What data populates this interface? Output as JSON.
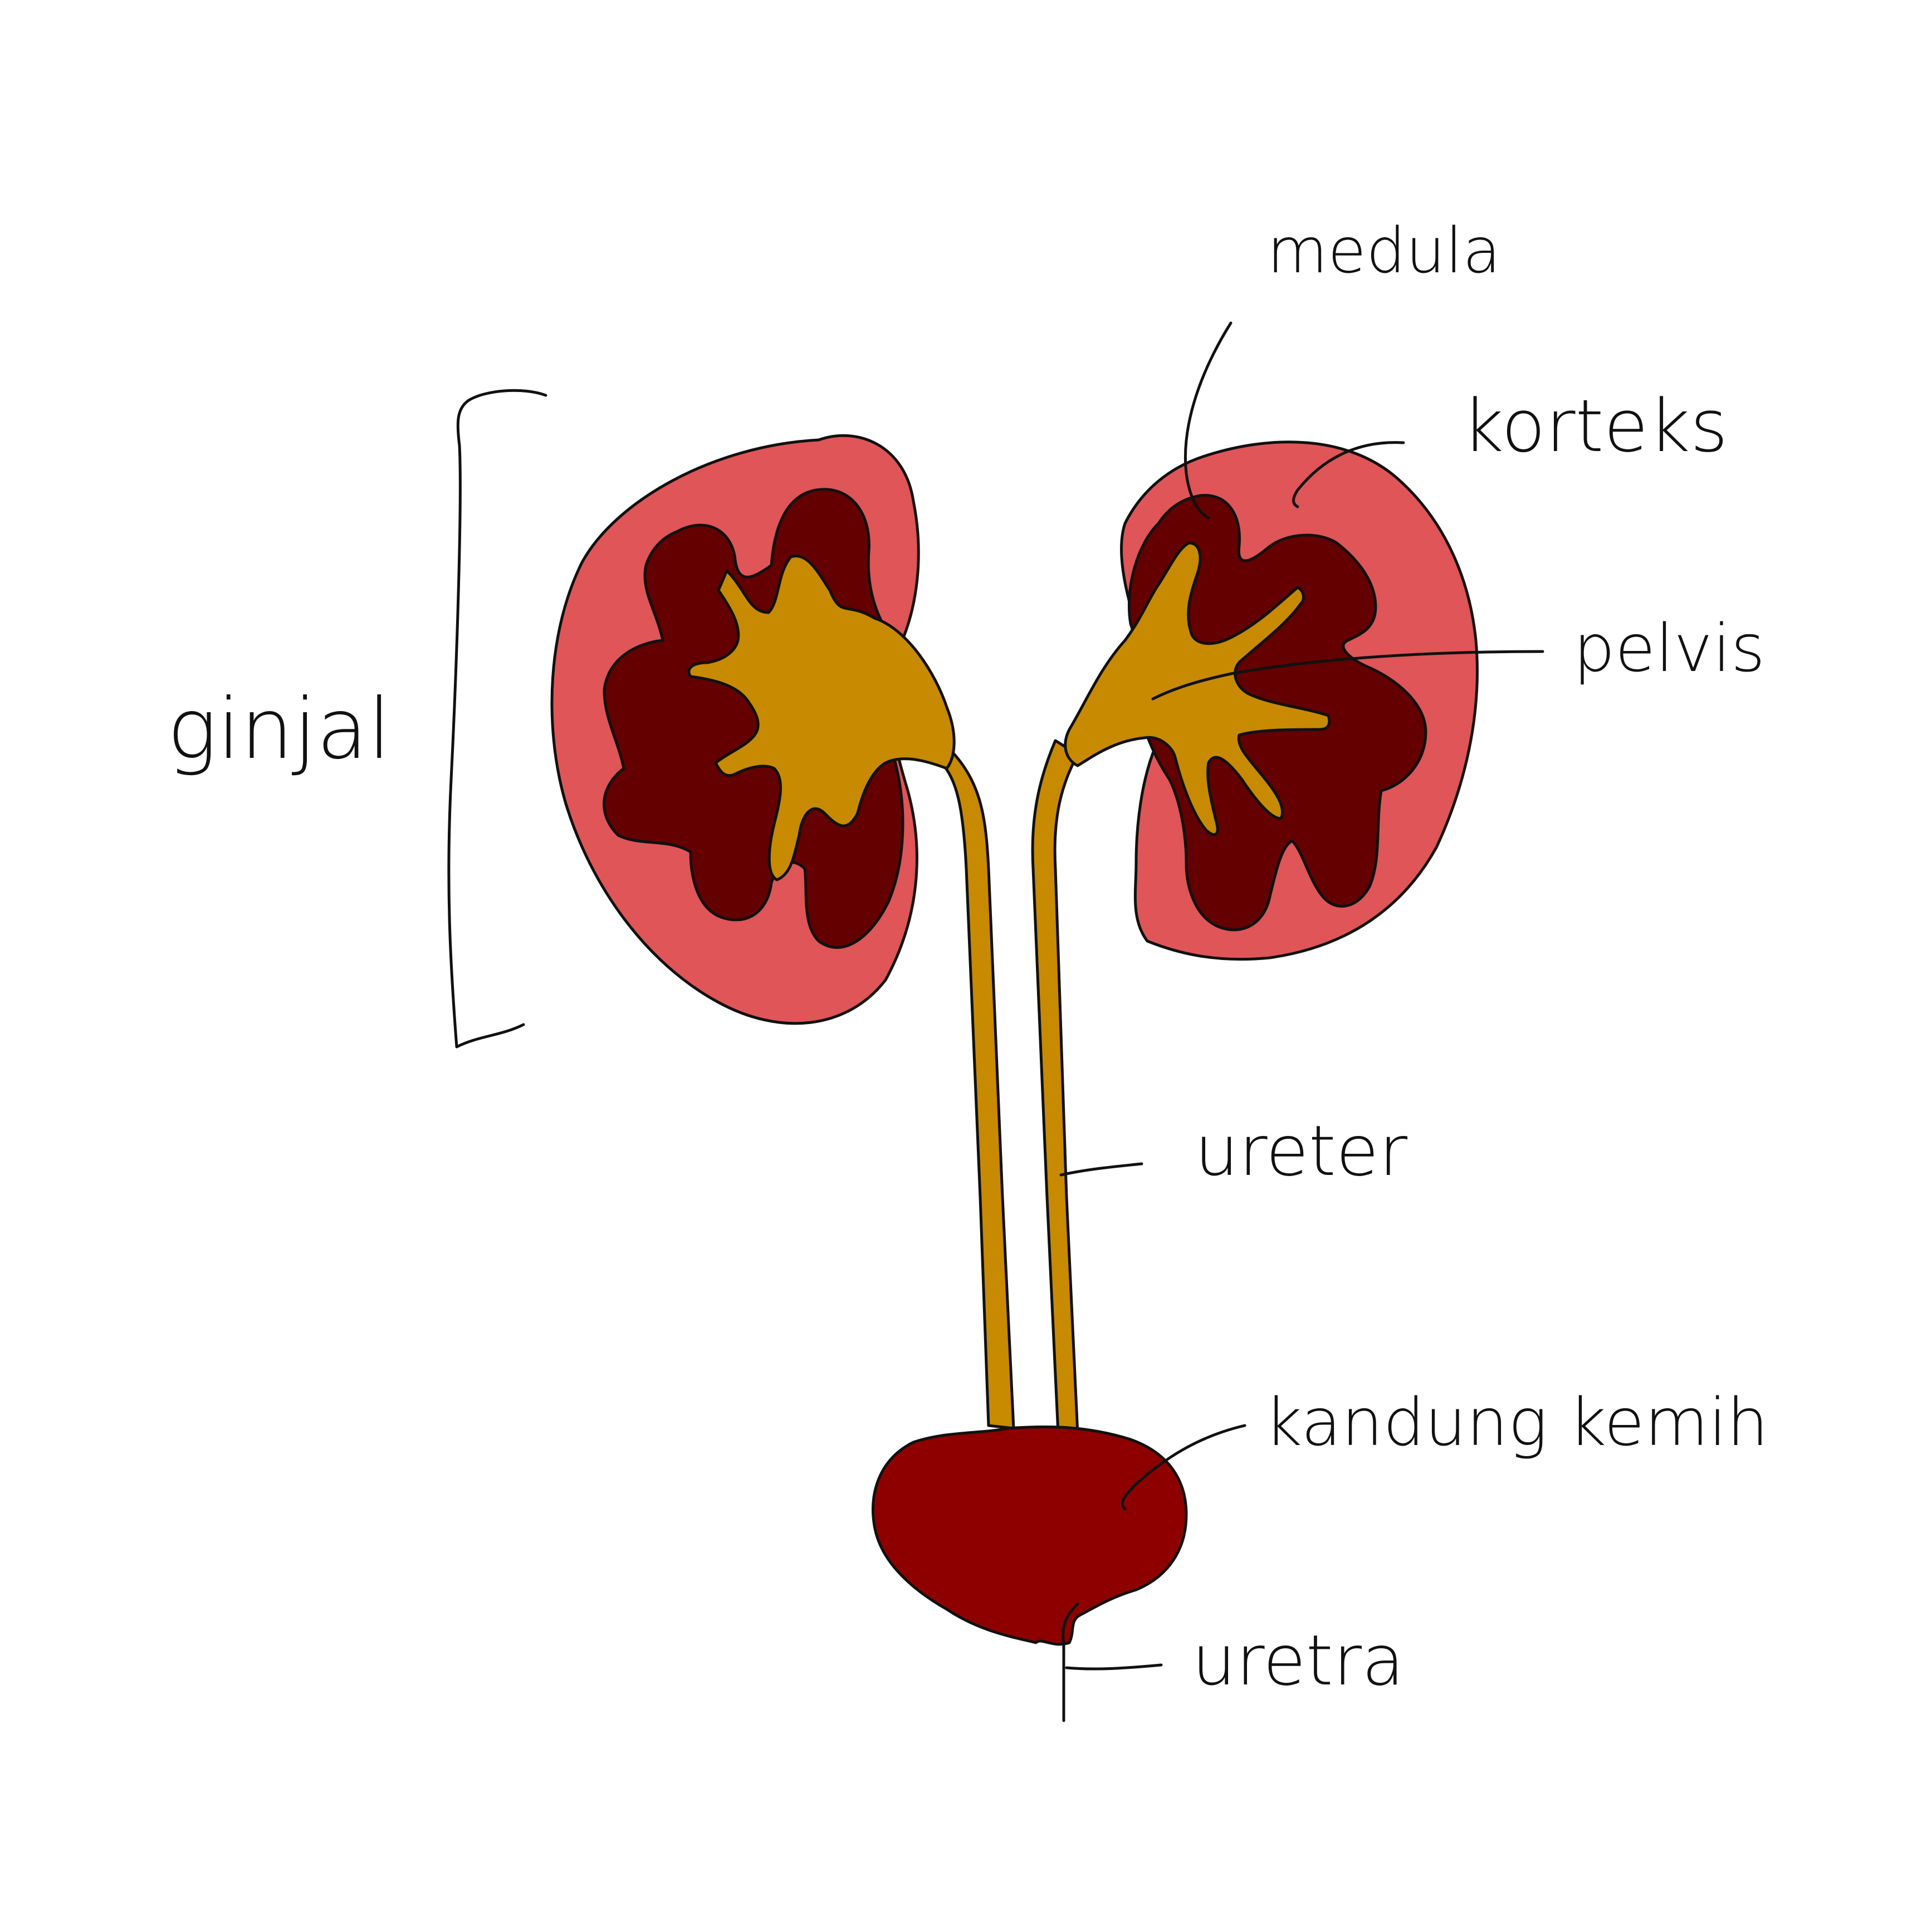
{
  "colors": {
    "cortex": "#e05557",
    "medulla": "#640000",
    "pelvis": "#c78a00",
    "bladder": "#8e0000",
    "outline": "#111111",
    "background": "#ffffff"
  },
  "labels": {
    "medula": "medula",
    "korteks": "korteks",
    "pelvis": "pelvis",
    "ginjal": "ginjal",
    "ureter": "ureter",
    "kandung_kemih": "kandung kemih",
    "uretra": "uretra"
  }
}
